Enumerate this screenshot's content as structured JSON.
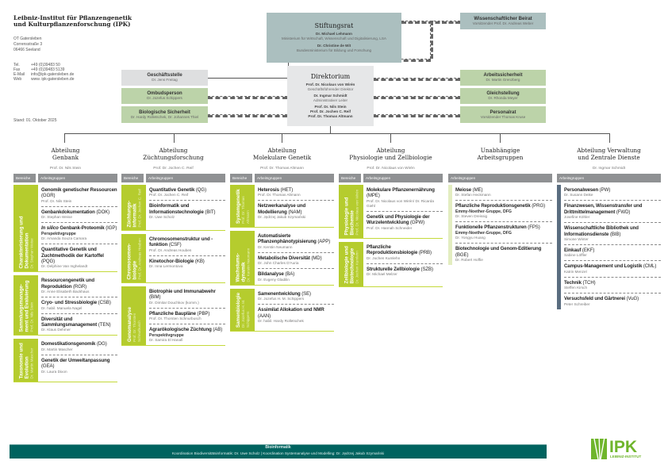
{
  "institute": {
    "title_line1": "Leibniz-Institut für Pflanzengenetik",
    "title_line2": "und Kulturpflanzenforschung (IPK)",
    "address": [
      "OT Gatersleben",
      "Corrensstraße 3",
      "06466 Seeland"
    ],
    "contact": [
      {
        "k": "Tel.",
        "v": "+49 (0)39483 50"
      },
      {
        "k": "Fax",
        "v": "+49 (0)39483 5139"
      },
      {
        "k": "E-Mail",
        "v": "info@ipk-gatersleben.de"
      },
      {
        "k": "Web",
        "v": "www. ipk-gatersleben.de"
      }
    ],
    "stand": "Stand: 01. Oktober 2025"
  },
  "stiftungsrat": {
    "title": "Stiftungsrat",
    "p1": "Dr. Michael Lehmann",
    "p1_org": "Ministerium für Wirtschaft, Wissenschaft und Digitalisierung, LSA",
    "p2": "Dr. Christine de Wit",
    "p2_org": "Bundesministerium für Bildung und Forschung"
  },
  "beirat": {
    "title": "Wissenschaftlicher Beirat",
    "sub": "Vorsitzender Prof. Dr. Andreas Weber"
  },
  "left_boxes": [
    {
      "title": "Geschäftsstelle",
      "sub": "Dr. Jens Freitag"
    },
    {
      "title": "Ombudsperson",
      "sub": "Dr. Jozefus Schippers"
    },
    {
      "title": "Biologische Sicherheit",
      "sub": "Dr. Hardy Rolletschek, Dr. Johannes Thiel"
    }
  ],
  "right_boxes": [
    {
      "title": "Arbeitssicherheit",
      "sub": "Dr. Martin Grenzberg"
    },
    {
      "title": "Gleichstellung",
      "sub": "Dr. Rhonda Meyer"
    },
    {
      "title": "Personalrat",
      "sub": "Vorsitzender Thomas Kruse"
    }
  ],
  "direktorium": {
    "title": "Direktorium",
    "p1": "Prof. Dr. Nicolaus von Wirén",
    "p1_role": "Geschäftsführender Direktor",
    "p2": "Dr. Ingmar Schmidt",
    "p2_role": "Administrativer Leiter",
    "p3": "Prof. Dr. Nils Stein",
    "p4": "Prof. Dr. Jochen C. Reif",
    "p5": "Prof. Dr. Thomas Altmann"
  },
  "header_labels": {
    "bereiche": "Bereiche",
    "arbeitsgruppen": "Arbeitsgruppen"
  },
  "columns": [
    {
      "title": "Abteilung\nGenbank",
      "head": "Prof. Dr. Nils Stein",
      "bereiche": [
        {
          "name": "Charakterisierung und\nDokumentation",
          "lead": "Dr. Stephan Weise",
          "groups": [
            {
              "name": "Genomik genetischer Ressourcen",
              "code": "(GGR)",
              "lead": "Prof. Dr. Nils Stein"
            },
            {
              "name": "Genbankdokumentation",
              "code": "(DOK)",
              "lead": "Dr. Stephan Weise"
            },
            {
              "name": "In silico Genbank-Proteomik",
              "code": "(IGP)",
              "extra": "Perspektivgruppe",
              "lead": "Dr. Amanda Souza Camara",
              "italic": "In silico"
            },
            {
              "name": "Quantitative Genetik und Zuchtmethodik der Kartoffel",
              "code": "(PQG)",
              "lead": "Dr. Delphine Van Inghelandt"
            }
          ]
        },
        {
          "name": "Sammlungsmanage-\nment und Evaluierung",
          "lead": "Prof. Dr. Nils Stein",
          "groups": [
            {
              "name": "Ressourcengenetik und Reproduktion",
              "code": "(RGR)",
              "lead": "Dr. Anne Elisabeth Backhaus"
            },
            {
              "name": "Cryo- und Stressbiologie",
              "code": "(CSB)",
              "lead": "Dr. habil. Manuela Nagel"
            },
            {
              "name": "Diversität und Sammlungsmanagement",
              "code": "(TEN)",
              "lead": "Dr. Klaus Dehmer"
            }
          ]
        },
        {
          "name": "Taxonomie und\nEvolution",
          "lead": "Dr. Martin Mascher",
          "groups": [
            {
              "name": "Domestikationsgenomik",
              "code": "(DG)",
              "lead": "Dr. Martin Mascher"
            },
            {
              "name": "Genetik der Umweltanpassung",
              "code": "(GEA)",
              "lead": "Dr. Laura Dixon"
            }
          ]
        }
      ]
    },
    {
      "title": "Abteilung\nZüchtungsforschung",
      "head": "Prof. Dr. Jochen C. Reif",
      "bereiche": [
        {
          "name": "Züchtungs-\ninformatik",
          "lead": "Prof. Dr. Jochen C. Reif",
          "groups": [
            {
              "name": "Quantitative Genetik",
              "code": "(QG)",
              "lead": "Prof. Dr. Jochen C. Reif"
            },
            {
              "name": "Bioinformatik und Informationstechnologie",
              "code": "(BIT)",
              "lead": "Dr. Uwe Scholz"
            }
          ]
        },
        {
          "name": "Chromosomen-\nbiologie",
          "lead": "Prof. Dr. Andreas Houben",
          "groups": [
            {
              "name": "Chromosomenstruktur und -funktion",
              "code": "(CSF)",
              "lead": "Prof. Dr. Andreas Houben"
            },
            {
              "name": "Kinetochor-Biologie",
              "code": "(KB)",
              "lead": "Dr. Inna Lermontova"
            }
          ]
        },
        {
          "name": "Genomanalyse",
          "lead": "Prof. Dr. Thorsten\nSchnurbusch",
          "groups": [
            {
              "name": "Biotrophie und Immunabwehr",
              "code": "(BIM)",
              "lead": "Dr. Dimitar Douchkov (komm.)"
            },
            {
              "name": "Pflanzliche Baupläne",
              "code": "(PBP)",
              "lead": "Prof. Dr. Thorsten Schnurbusch"
            },
            {
              "name": "Agrarökologische Züchtung",
              "code": "(AB)",
              "extra": "Perspektivgruppe",
              "lead": "Dr. Samira El Hanafi"
            }
          ]
        }
      ]
    },
    {
      "title": "Abteilung\nMolekulare Genetik",
      "head": "Prof. Dr. Thomas Altmann",
      "bereiche": [
        {
          "name": "Systemgenetik",
          "lead": "Prof. Dr. Thomas\nAltmann",
          "groups": [
            {
              "name": "Heterosis",
              "code": "(HET)",
              "lead": "Prof. Dr. Thomas Altmann"
            },
            {
              "name": "Netzwerkanalyse und Modellierung",
              "code": "(NAM)",
              "lead": "Dr. Jędrzej Jakub Szymański"
            }
          ]
        },
        {
          "name": "Wachstums-\ndynamik",
          "lead": "Dr. Kerstin Neumann",
          "groups": [
            {
              "name": "Automatisierte Pflanzenphänotypisierung",
              "code": "(APP)",
              "lead": "Dr. Kerstin Neumann"
            },
            {
              "name": "Metabolische Diversität",
              "code": "(MD)",
              "lead": "Dr. John Charles D'Auria"
            },
            {
              "name": "Bildanalyse",
              "code": "(BA)",
              "lead": "Dr. Evgeny Gladilin"
            }
          ]
        },
        {
          "name": "Samenbiologie",
          "lead": "Dr. Jozefus H. M.\nSchippers",
          "groups": [
            {
              "name": "Samenentwicklung",
              "code": "(SE)",
              "lead": "Dr. Jozefus H. M. Schippers"
            },
            {
              "name": "Assimilat Allokation und NMR",
              "code": "(AAN)",
              "lead": "Dr. habil. Hardy Rolletschek"
            }
          ]
        }
      ]
    },
    {
      "title": "Abteilung\nPhysiologie und Zellbiologie",
      "head": "Prof. Dr. Nicolaus von Wirén",
      "bereiche": [
        {
          "name": "Physiologie und\nBiochemie",
          "lead": "Prof. Dr. Nicolaus von Wirén",
          "groups": [
            {
              "name": "Molekulare Pflanzenernährung",
              "code": "(MPE)",
              "lead": "Prof. Dr. Nicolaus von Wirén/ Dr. Ricarda Giehl"
            },
            {
              "name": "Genetik und Physiologie der Wurzelentwicklung",
              "code": "(GPW)",
              "lead": "Prof. Dr. Hannah Schneider"
            }
          ]
        },
        {
          "name": "Zellbiologie und\nBiotechnologie",
          "lead": "Dr. Jochen Kumlehn",
          "groups": [
            {
              "name": "Pflanzliche Reproduktionsbiologie",
              "code": "(PRB)",
              "lead": "Dr. Jochen Kumlehn"
            },
            {
              "name": "Strukturelle Zellbiologie",
              "code": "(SZB)",
              "lead": "Dr. Michael Melzer"
            }
          ]
        }
      ]
    },
    {
      "title": "Unabhängige\nArbeitsgruppen",
      "head": "",
      "strip": "#e3edc0",
      "groups": [
        {
          "name": "Meiose",
          "code": "(ME)",
          "lead": "Dr. Stefan Heckmann"
        },
        {
          "name": "Pflanzliche Reproduktionsgenetik",
          "code": "(PRG)",
          "extra": "Emmy-Noether-Gruppe, DFG",
          "lead": "Dr. Steven Dreissig"
        },
        {
          "name": "Funktionelle Pflanzenstrukturen",
          "code": "(FPS)",
          "extra": "Emmy-Noether-Gruppe, DFG",
          "lead": "Dr. Yongyu Huang"
        },
        {
          "name": "Biotechnologie und Genom-Editierung",
          "code": "(BGE)",
          "lead": "Dr. Robert Hoffie"
        }
      ]
    },
    {
      "title": "Abteilung Verwaltung\nund Zentrale Dienste",
      "head": "Dr. Ingmar Schmidt",
      "strip": "#5a6d80",
      "groups": [
        {
          "name": "Personalwesen",
          "code": "(PW)",
          "lead": "Dr. Susann Deike"
        },
        {
          "name": "Finanzwesen, Wissenstransfer und Drittmittelmanagement",
          "code": "(FWD)",
          "lead": "Josefine Köhler"
        },
        {
          "name": "Wissenschaftliche Bibliothek und Informationsdienste",
          "code": "(BIB)",
          "lead": "Simone Winter"
        },
        {
          "name": "Einkauf",
          "code": "(EKF)",
          "lead": "Sabine Löffler"
        },
        {
          "name": "Campus-Management und Logistik",
          "code": "(CML)",
          "lead": "Katrin Menzel"
        },
        {
          "name": "Technik",
          "code": "(TCH)",
          "lead": "Steffen Kirsch"
        },
        {
          "name": "Versuchsfeld und Gärtnerei",
          "code": "(VuG)",
          "lead": "Peter Schreiber"
        }
      ]
    }
  ],
  "footer": {
    "title": "Bioinformatik",
    "sub": "Koordination Biodiversitätsinformatik: Dr. Uwe Scholz  |  Koordination Systemanalyse und Modelling: Dr. Jędrzej Jakub Szymański"
  },
  "logo": {
    "text": "IPK",
    "sub": "LEIBNIZ-INSTITUT"
  },
  "colors": {
    "lime": "#b5cc2e",
    "green_box": "#bcd3a9",
    "teal_box": "#abbfbf",
    "footer": "#00635f",
    "verwaltung": "#5a6d80"
  }
}
